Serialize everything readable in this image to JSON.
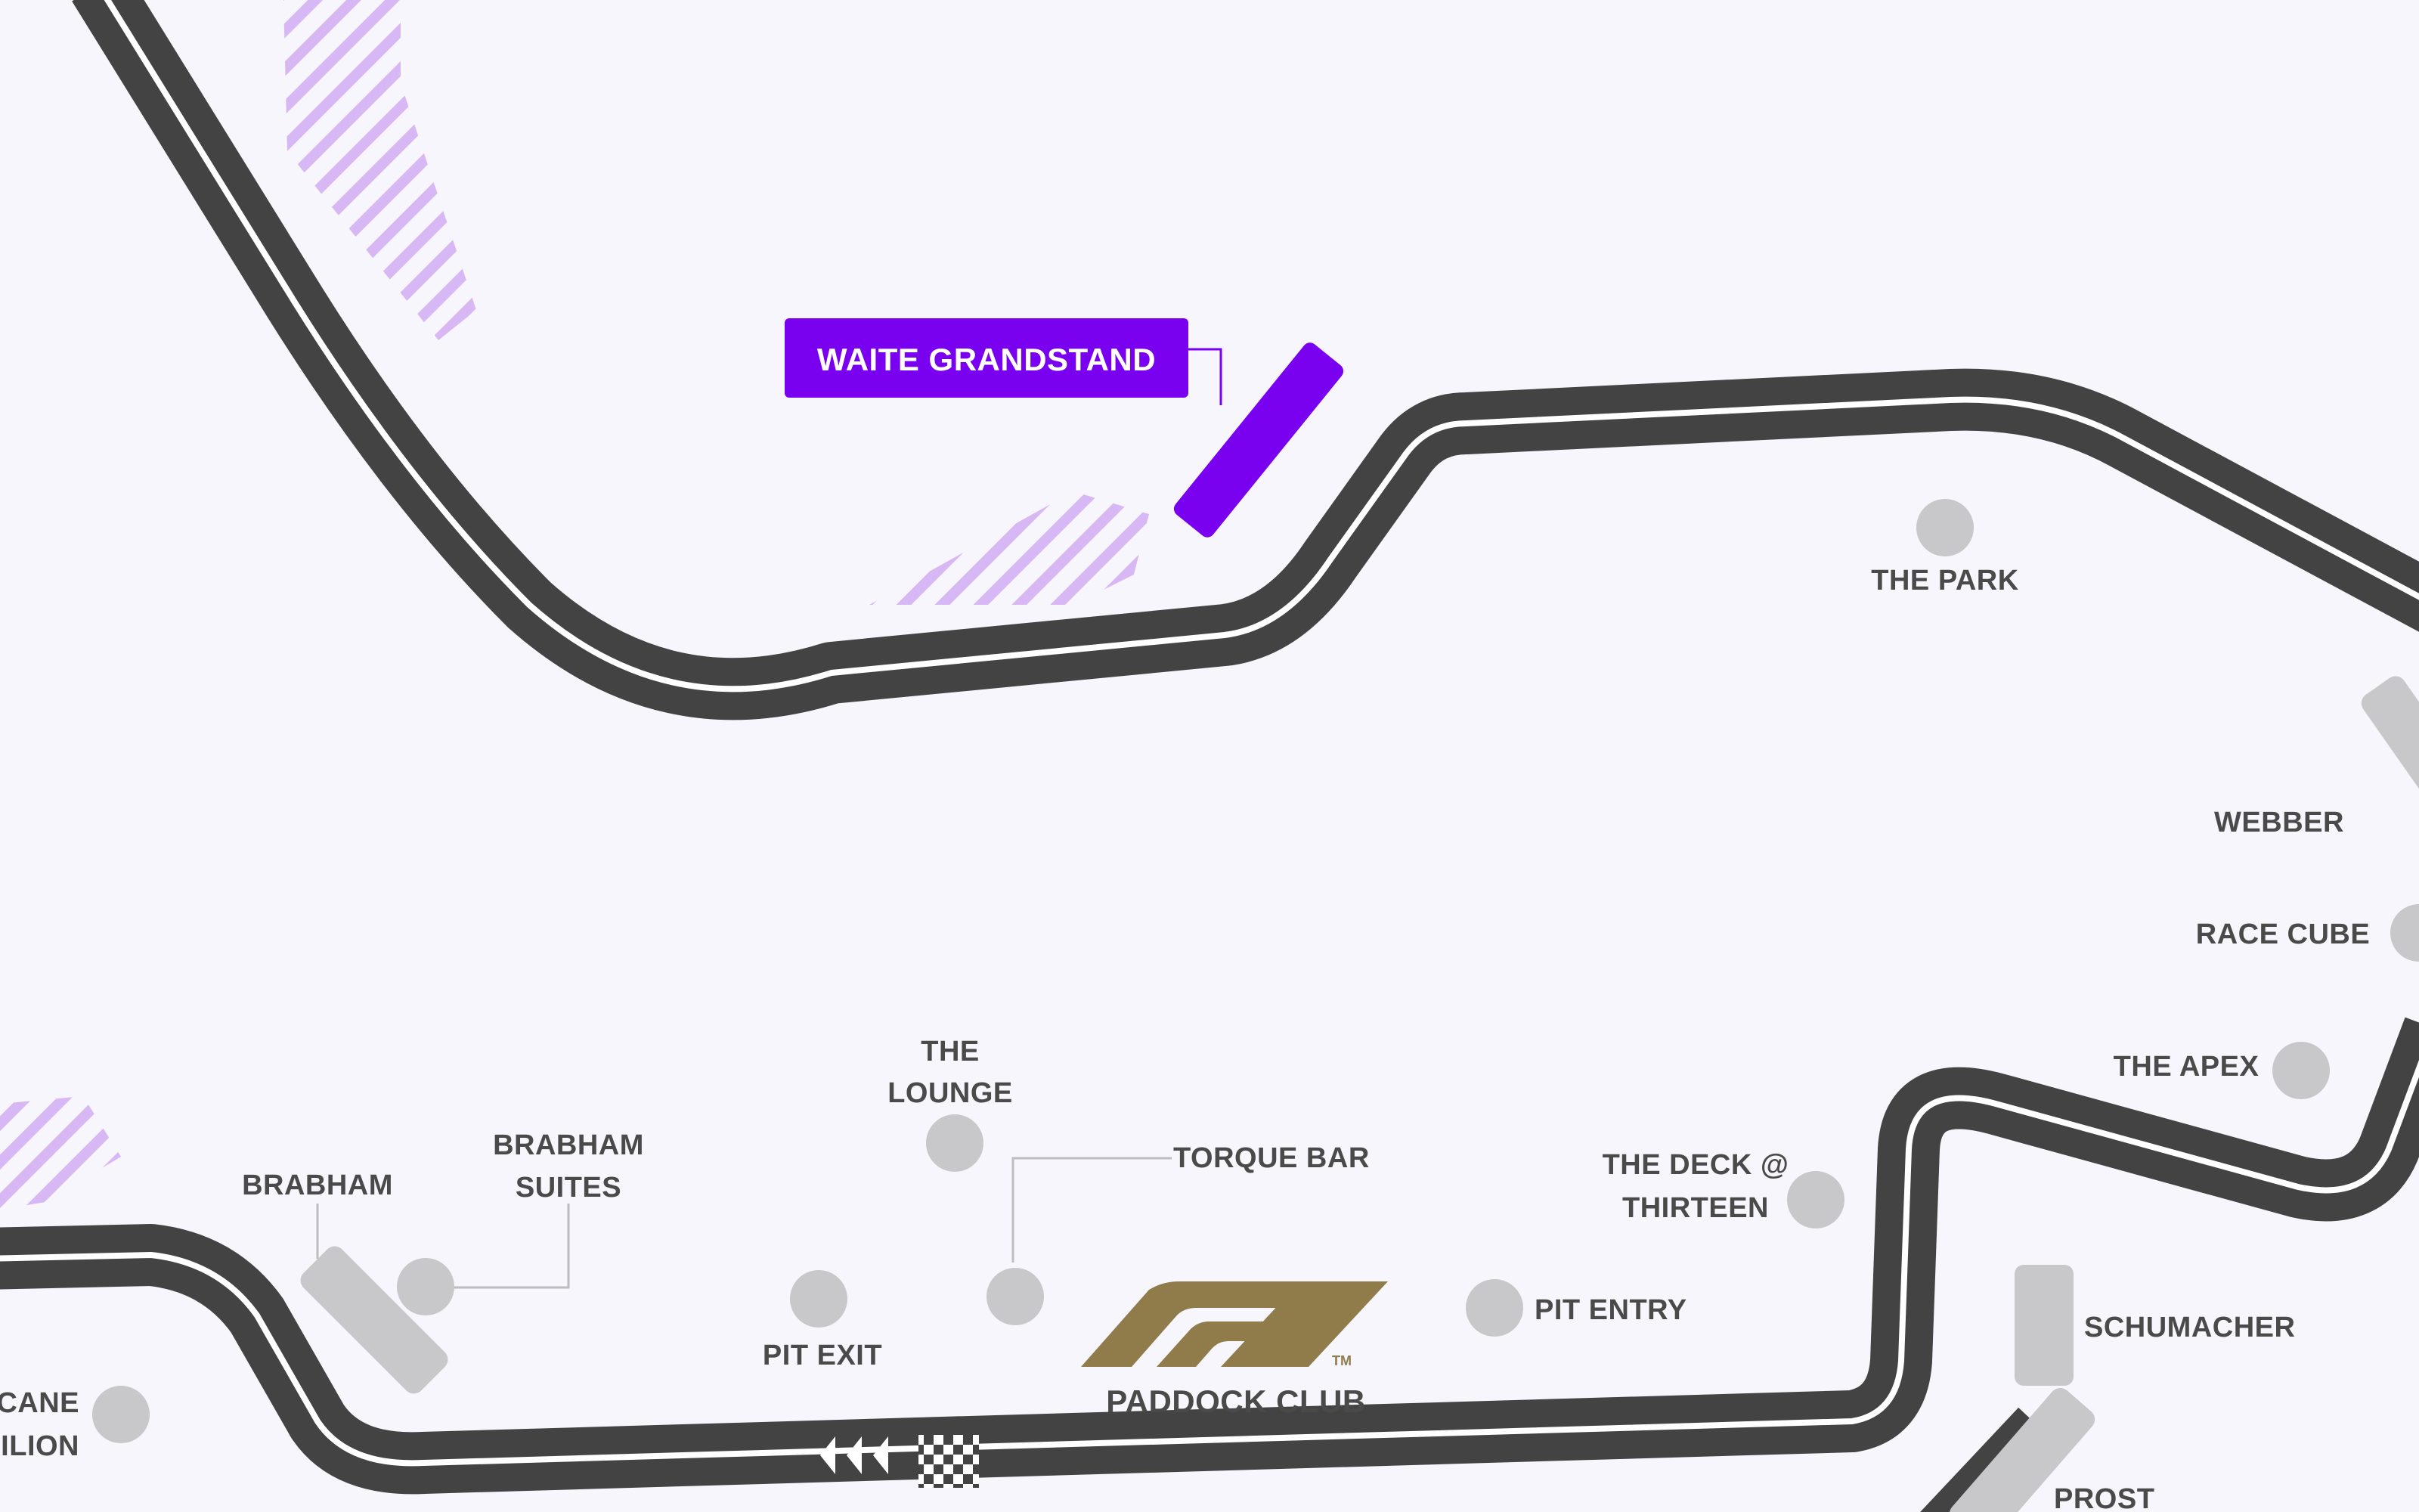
{
  "map": {
    "highlighted_stand": {
      "label": "WAITE GRANDSTAND",
      "color": "#7a00f0"
    },
    "hatch_color": "#d8b8f4",
    "track_color": "#434343",
    "venue_color": "#c8c8cb",
    "labels": {
      "the_park": "THE PARK",
      "webber": "WEBBER",
      "race_cube": "RACE CUBE",
      "the_apex": "THE APEX",
      "the_deck_line1": "THE DECK @",
      "the_deck_line2": "THIRTEEN",
      "schumacher": "SCHUMACHER",
      "prost": "PROST",
      "pit_entry": "PIT ENTRY",
      "paddock_club": "PADDOCK CLUB",
      "torque_bar": "TORQUE BAR",
      "the_lounge_line1": "THE",
      "the_lounge_line2": "LOUNGE",
      "pit_exit": "PIT EXIT",
      "brabham_suites_line1": "BRABHAM",
      "brabham_suites_line2": "SUITES",
      "brabham": "BRABHAM",
      "left_cut_line1": "CANE",
      "left_cut_line2": "ILION"
    },
    "f1_logo": {
      "name": "f1-logo",
      "color": "#8f7c4a",
      "trademark": "TM"
    }
  }
}
